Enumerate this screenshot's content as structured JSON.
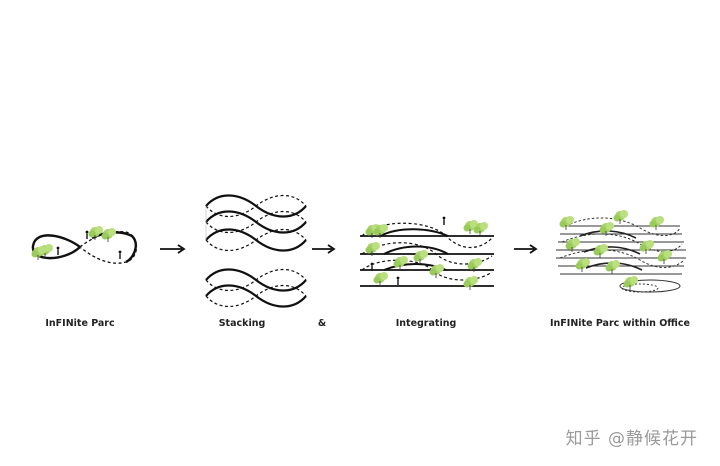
{
  "steps": [
    {
      "label": "InFINite Parc"
    },
    {
      "label": "Stacking"
    },
    {
      "label": "Integrating"
    },
    {
      "label": "InFINite Parc within Office"
    }
  ],
  "connector": "&",
  "watermark": "知乎 @静候花开",
  "colors": {
    "line": "#111111",
    "tree": "#a8d46a",
    "treeDark": "#7fb33c",
    "text": "#222222",
    "watermark": "#9a9a9a"
  },
  "icons": [
    "infinity-loop-icon",
    "stacked-loops-icon",
    "integrated-loops-icon",
    "office-parc-icon",
    "arrow-right-icon",
    "tree-icon",
    "person-icon"
  ]
}
